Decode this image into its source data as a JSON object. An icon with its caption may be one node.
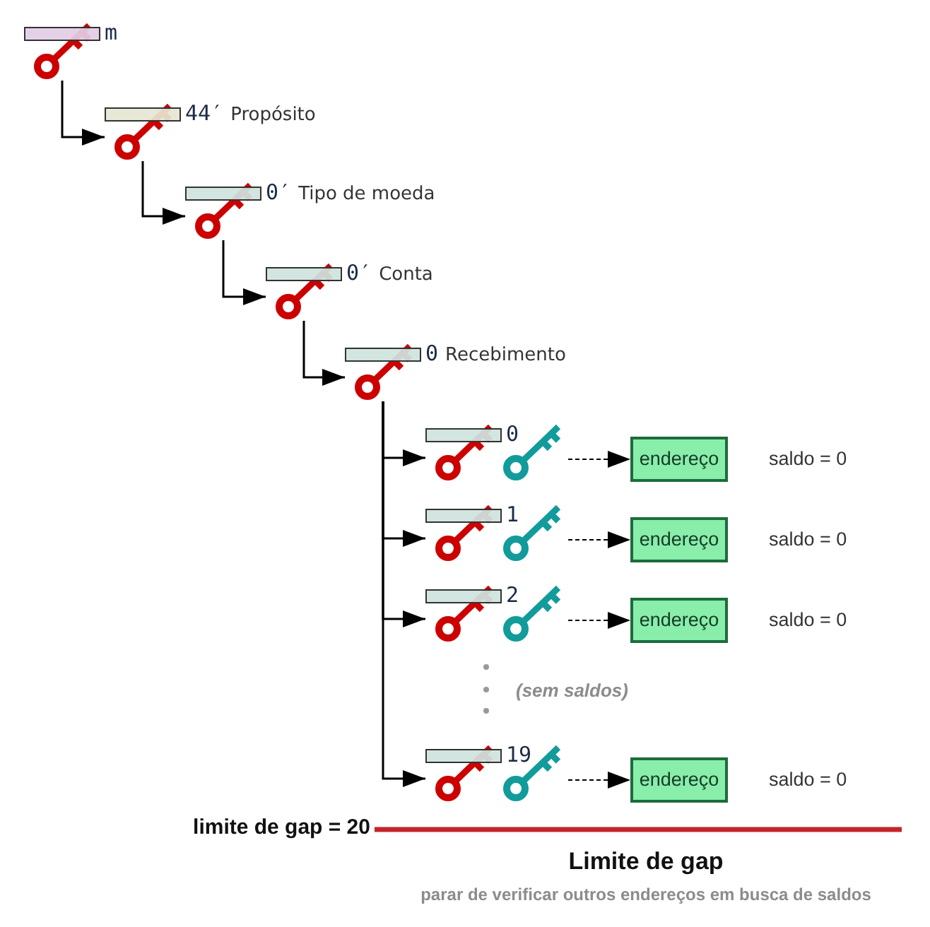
{
  "diagram": {
    "nodes": [
      {
        "text": [
          "m"
        ]
      },
      {
        "text": [
          "44′",
          "Propósito"
        ]
      },
      {
        "text": [
          "0′",
          "Tipo de moeda"
        ]
      },
      {
        "text": [
          "0′",
          "Conta"
        ]
      },
      {
        "text": [
          "0",
          "Recebimento"
        ]
      },
      {
        "text": [
          "0"
        ]
      },
      {
        "text": [
          "endereço"
        ],
        "beside": [
          "saldo = 0"
        ]
      },
      {
        "text": [
          "1"
        ]
      },
      {
        "text": [
          "endereço"
        ],
        "beside": [
          "saldo = 0"
        ]
      },
      {
        "text": [
          "2"
        ]
      },
      {
        "text": [
          "endereço"
        ],
        "beside": [
          "saldo = 0"
        ]
      },
      {
        "text": [
          "19"
        ]
      },
      {
        "text": [
          "endereço"
        ],
        "beside": [
          "saldo = 0"
        ]
      }
    ],
    "edges": [
      {
        "from": 0,
        "to": 1,
        "arrow": "to"
      },
      {
        "from": 1,
        "to": 2,
        "arrow": "to"
      },
      {
        "from": 2,
        "to": 3,
        "arrow": "to"
      },
      {
        "from": 3,
        "to": 4,
        "arrow": "to"
      },
      {
        "from": 4,
        "to": 5,
        "arrow": "to"
      },
      {
        "from": 5,
        "to": 6,
        "arrow": "to",
        "style": "dashed"
      },
      {
        "from": 4,
        "to": 7,
        "arrow": "to"
      },
      {
        "from": 7,
        "to": 8,
        "arrow": "to",
        "style": "dashed"
      },
      {
        "from": 4,
        "to": 9,
        "arrow": "to"
      },
      {
        "from": 9,
        "to": 10,
        "arrow": "to",
        "style": "dashed"
      },
      {
        "from": 4,
        "to": 11,
        "arrow": "to"
      },
      {
        "from": 11,
        "to": 12,
        "arrow": "to",
        "style": "dashed"
      }
    ],
    "labels": [
      "(sem saldos)",
      "limite de gap = 20",
      "Limite de gap",
      "parar de verificar outros endereços em busca de saldos"
    ]
  }
}
